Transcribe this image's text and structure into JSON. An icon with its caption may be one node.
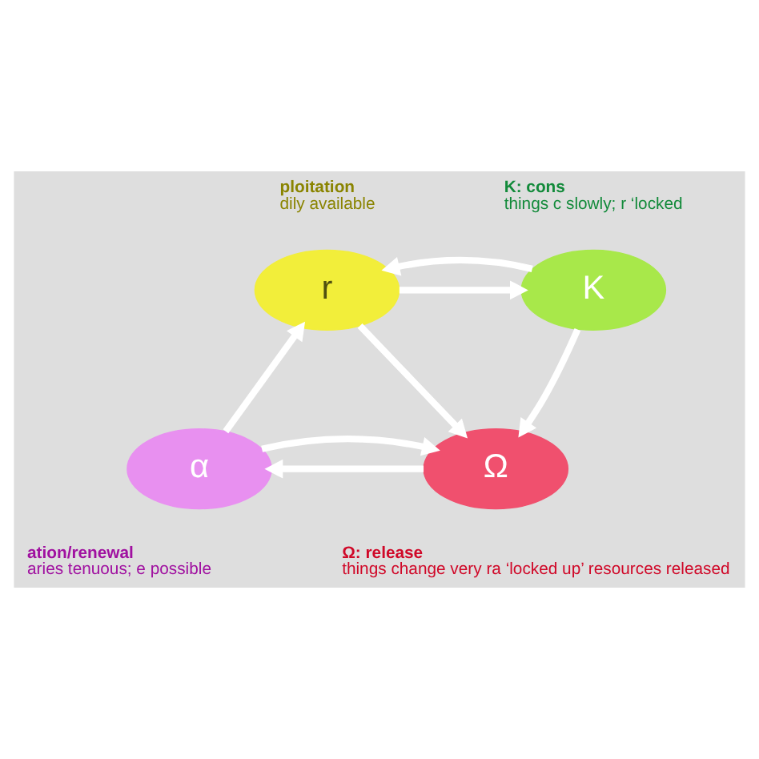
{
  "diagram": {
    "nodes": [
      {
        "text": [
          "r"
        ],
        "beside": [
          "ploitation",
          "dily available"
        ]
      },
      {
        "text": [
          "K"
        ],
        "beside": [
          "K: cons",
          "things c slowly; r ‘locked"
        ]
      },
      {
        "text": [
          "Ω"
        ],
        "beside": [
          "Ω: release",
          "things change very ra ‘locked up’ resources released"
        ]
      },
      {
        "text": [
          "α"
        ],
        "beside": [
          "ation/renewal",
          "aries tenuous; e possible"
        ]
      }
    ],
    "edges": [
      {
        "from": 0,
        "to": 1,
        "arrow": "to"
      },
      {
        "from": 1,
        "to": 0,
        "arrow": "to"
      },
      {
        "from": 0,
        "to": 2,
        "arrow": "to"
      },
      {
        "from": 1,
        "to": 2,
        "arrow": "to"
      },
      {
        "from": 2,
        "to": 3,
        "arrow": "to"
      },
      {
        "from": 3,
        "to": 2,
        "arrow": "to"
      },
      {
        "from": 3,
        "to": 0,
        "arrow": "to"
      }
    ]
  }
}
